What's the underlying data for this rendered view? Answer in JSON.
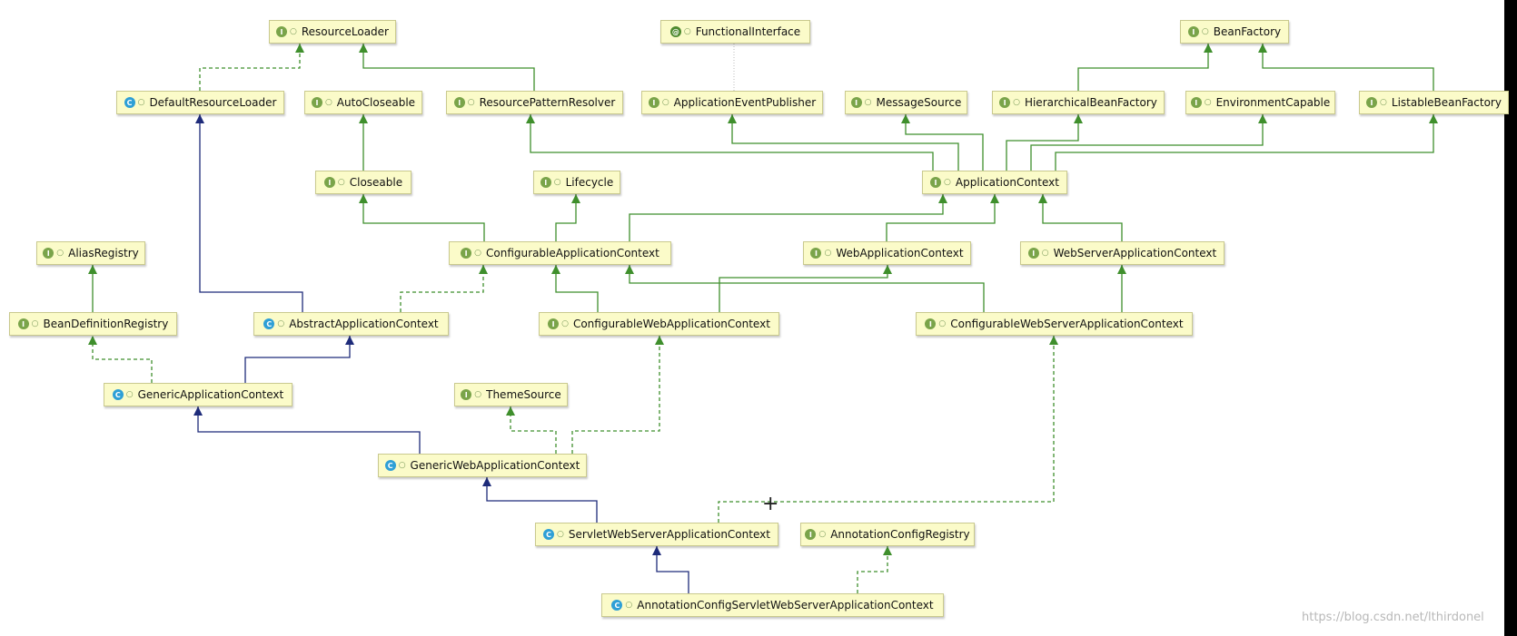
{
  "colors": {
    "interface_arrow": "#3f8f2c",
    "class_arrow": "#1e2b7a",
    "annotation_link": "#bbbbbb",
    "node_fill": "#fbfbc9",
    "node_border": "#c9c98e"
  },
  "nodes": [
    {
      "id": "ResourceLoader",
      "label": "ResourceLoader",
      "kind": "interface"
    },
    {
      "id": "FunctionalInterface",
      "label": "FunctionalInterface",
      "kind": "annotation"
    },
    {
      "id": "BeanFactory",
      "label": "BeanFactory",
      "kind": "interface"
    },
    {
      "id": "DefaultResourceLoader",
      "label": "DefaultResourceLoader",
      "kind": "class"
    },
    {
      "id": "AutoCloseable",
      "label": "AutoCloseable",
      "kind": "interface"
    },
    {
      "id": "ResourcePatternResolver",
      "label": "ResourcePatternResolver",
      "kind": "interface"
    },
    {
      "id": "ApplicationEventPublisher",
      "label": "ApplicationEventPublisher",
      "kind": "interface"
    },
    {
      "id": "MessageSource",
      "label": "MessageSource",
      "kind": "interface"
    },
    {
      "id": "HierarchicalBeanFactory",
      "label": "HierarchicalBeanFactory",
      "kind": "interface"
    },
    {
      "id": "EnvironmentCapable",
      "label": "EnvironmentCapable",
      "kind": "interface"
    },
    {
      "id": "ListableBeanFactory",
      "label": "ListableBeanFactory",
      "kind": "interface"
    },
    {
      "id": "Closeable",
      "label": "Closeable",
      "kind": "interface"
    },
    {
      "id": "Lifecycle",
      "label": "Lifecycle",
      "kind": "interface"
    },
    {
      "id": "ApplicationContext",
      "label": "ApplicationContext",
      "kind": "interface"
    },
    {
      "id": "AliasRegistry",
      "label": "AliasRegistry",
      "kind": "interface"
    },
    {
      "id": "ConfigurableApplicationContext",
      "label": "ConfigurableApplicationContext",
      "kind": "interface"
    },
    {
      "id": "WebApplicationContext",
      "label": "WebApplicationContext",
      "kind": "interface"
    },
    {
      "id": "WebServerApplicationContext",
      "label": "WebServerApplicationContext",
      "kind": "interface"
    },
    {
      "id": "BeanDefinitionRegistry",
      "label": "BeanDefinitionRegistry",
      "kind": "interface"
    },
    {
      "id": "AbstractApplicationContext",
      "label": "AbstractApplicationContext",
      "kind": "class"
    },
    {
      "id": "ConfigurableWebApplicationContext",
      "label": "ConfigurableWebApplicationContext",
      "kind": "interface"
    },
    {
      "id": "ConfigurableWebServerApplicationContext",
      "label": "ConfigurableWebServerApplicationContext",
      "kind": "interface"
    },
    {
      "id": "GenericApplicationContext",
      "label": "GenericApplicationContext",
      "kind": "class"
    },
    {
      "id": "ThemeSource",
      "label": "ThemeSource",
      "kind": "interface"
    },
    {
      "id": "GenericWebApplicationContext",
      "label": "GenericWebApplicationContext",
      "kind": "class"
    },
    {
      "id": "ServletWebServerApplicationContext",
      "label": "ServletWebServerApplicationContext",
      "kind": "class"
    },
    {
      "id": "AnnotationConfigRegistry",
      "label": "AnnotationConfigRegistry",
      "kind": "interface"
    },
    {
      "id": "AnnotationConfigServletWebServerApplicationContext",
      "label": "AnnotationConfigServletWebServerApplicationContext",
      "kind": "class"
    }
  ],
  "edges": [
    {
      "from": "DefaultResourceLoader",
      "to": "ResourceLoader",
      "type": "implements"
    },
    {
      "from": "ResourcePatternResolver",
      "to": "ResourceLoader",
      "type": "extends-interface"
    },
    {
      "from": "HierarchicalBeanFactory",
      "to": "BeanFactory",
      "type": "extends-interface"
    },
    {
      "from": "ListableBeanFactory",
      "to": "BeanFactory",
      "type": "extends-interface"
    },
    {
      "from": "Closeable",
      "to": "AutoCloseable",
      "type": "extends-interface"
    },
    {
      "from": "ApplicationContext",
      "to": "ResourcePatternResolver",
      "type": "extends-interface"
    },
    {
      "from": "ApplicationContext",
      "to": "ApplicationEventPublisher",
      "type": "extends-interface"
    },
    {
      "from": "ApplicationContext",
      "to": "MessageSource",
      "type": "extends-interface"
    },
    {
      "from": "ApplicationContext",
      "to": "HierarchicalBeanFactory",
      "type": "extends-interface"
    },
    {
      "from": "ApplicationContext",
      "to": "EnvironmentCapable",
      "type": "extends-interface"
    },
    {
      "from": "ApplicationContext",
      "to": "ListableBeanFactory",
      "type": "extends-interface"
    },
    {
      "from": "ApplicationEventPublisher",
      "to": "FunctionalInterface",
      "type": "annotated"
    },
    {
      "from": "ConfigurableApplicationContext",
      "to": "Closeable",
      "type": "extends-interface"
    },
    {
      "from": "ConfigurableApplicationContext",
      "to": "Lifecycle",
      "type": "extends-interface"
    },
    {
      "from": "ConfigurableApplicationContext",
      "to": "ApplicationContext",
      "type": "extends-interface"
    },
    {
      "from": "WebApplicationContext",
      "to": "ApplicationContext",
      "type": "extends-interface"
    },
    {
      "from": "WebServerApplicationContext",
      "to": "ApplicationContext",
      "type": "extends-interface"
    },
    {
      "from": "BeanDefinitionRegistry",
      "to": "AliasRegistry",
      "type": "extends-interface"
    },
    {
      "from": "AbstractApplicationContext",
      "to": "DefaultResourceLoader",
      "type": "extends-class"
    },
    {
      "from": "AbstractApplicationContext",
      "to": "ConfigurableApplicationContext",
      "type": "implements"
    },
    {
      "from": "ConfigurableWebApplicationContext",
      "to": "ConfigurableApplicationContext",
      "type": "extends-interface"
    },
    {
      "from": "ConfigurableWebApplicationContext",
      "to": "WebApplicationContext",
      "type": "extends-interface"
    },
    {
      "from": "ConfigurableWebServerApplicationContext",
      "to": "ConfigurableApplicationContext",
      "type": "extends-interface"
    },
    {
      "from": "ConfigurableWebServerApplicationContext",
      "to": "WebServerApplicationContext",
      "type": "extends-interface"
    },
    {
      "from": "GenericApplicationContext",
      "to": "BeanDefinitionRegistry",
      "type": "implements"
    },
    {
      "from": "GenericApplicationContext",
      "to": "AbstractApplicationContext",
      "type": "extends-class"
    },
    {
      "from": "GenericWebApplicationContext",
      "to": "GenericApplicationContext",
      "type": "extends-class"
    },
    {
      "from": "GenericWebApplicationContext",
      "to": "ThemeSource",
      "type": "implements"
    },
    {
      "from": "GenericWebApplicationContext",
      "to": "ConfigurableWebApplicationContext",
      "type": "implements"
    },
    {
      "from": "ServletWebServerApplicationContext",
      "to": "GenericWebApplicationContext",
      "type": "extends-class"
    },
    {
      "from": "ServletWebServerApplicationContext",
      "to": "ConfigurableWebServerApplicationContext",
      "type": "implements"
    },
    {
      "from": "AnnotationConfigServletWebServerApplicationContext",
      "to": "ServletWebServerApplicationContext",
      "type": "extends-class"
    },
    {
      "from": "AnnotationConfigServletWebServerApplicationContext",
      "to": "AnnotationConfigRegistry",
      "type": "implements"
    }
  ],
  "watermark": "https://blog.csdn.net/lthirdonel",
  "cursor_icon": "crosshair-cursor-icon"
}
